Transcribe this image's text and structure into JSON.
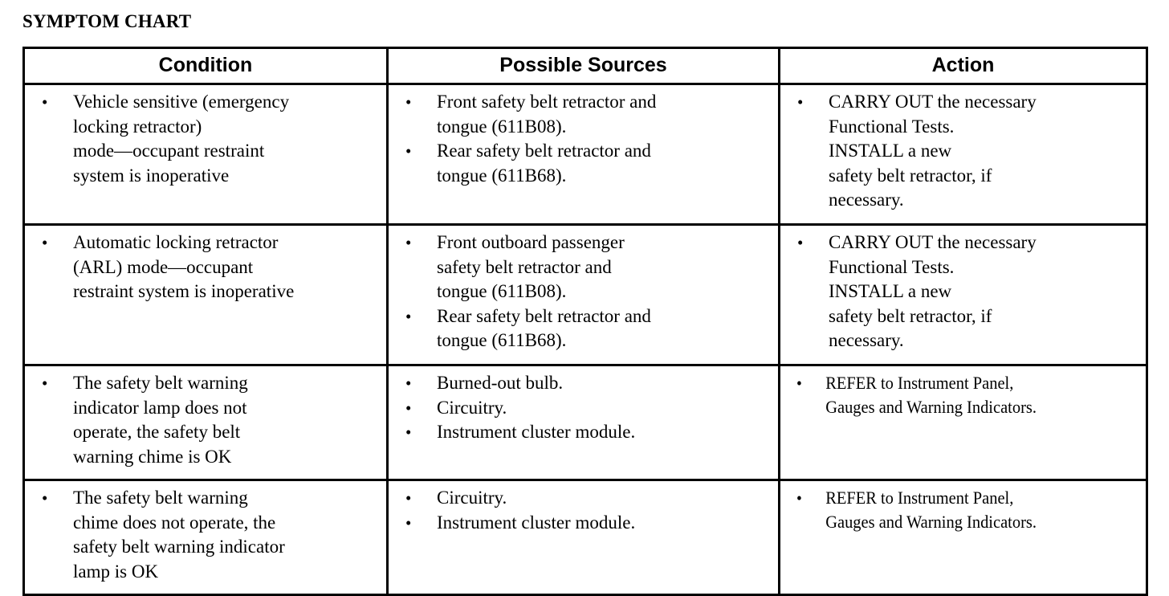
{
  "document": {
    "title": "SYMPTOM CHART"
  },
  "table": {
    "headers": {
      "condition": "Condition",
      "sources": "Possible Sources",
      "action": "Action"
    },
    "rows": [
      {
        "condition": [
          "Vehicle sensitive (emergency\nlocking retractor)\nmode—occupant restraint\nsystem is inoperative"
        ],
        "sources": [
          "Front safety belt retractor and\ntongue (611B08).",
          "Rear safety belt retractor and\ntongue (611B68)."
        ],
        "action": [
          "CARRY OUT the necessary\nFunctional Tests.\nINSTALL a new\nsafety belt retractor, if\nnecessary."
        ],
        "action_style": "normal"
      },
      {
        "condition": [
          "Automatic locking retractor\n(ARL) mode—occupant\nrestraint system is inoperative"
        ],
        "sources": [
          "Front outboard passenger\nsafety belt retractor and\ntongue (611B08).",
          "Rear safety belt retractor and\ntongue (611B68)."
        ],
        "action": [
          "CARRY OUT the necessary\nFunctional Tests.\nINSTALL a new\nsafety belt retractor, if\nnecessary."
        ],
        "action_style": "normal"
      },
      {
        "condition": [
          "The safety belt warning\nindicator lamp does not\noperate, the safety belt\nwarning chime is OK"
        ],
        "sources": [
          "Burned-out bulb.",
          "Circuitry.",
          "Instrument cluster module."
        ],
        "action": [
          "REFER to Instrument Panel,\nGauges and Warning Indicators."
        ],
        "action_style": "condensed"
      },
      {
        "condition": [
          "The safety belt warning\nchime does not operate, the\nsafety belt warning indicator\nlamp is OK"
        ],
        "sources": [
          "Circuitry.",
          "Instrument cluster module."
        ],
        "action": [
          "REFER to Instrument Panel,\nGauges and Warning Indicators."
        ],
        "action_style": "condensed"
      }
    ]
  }
}
